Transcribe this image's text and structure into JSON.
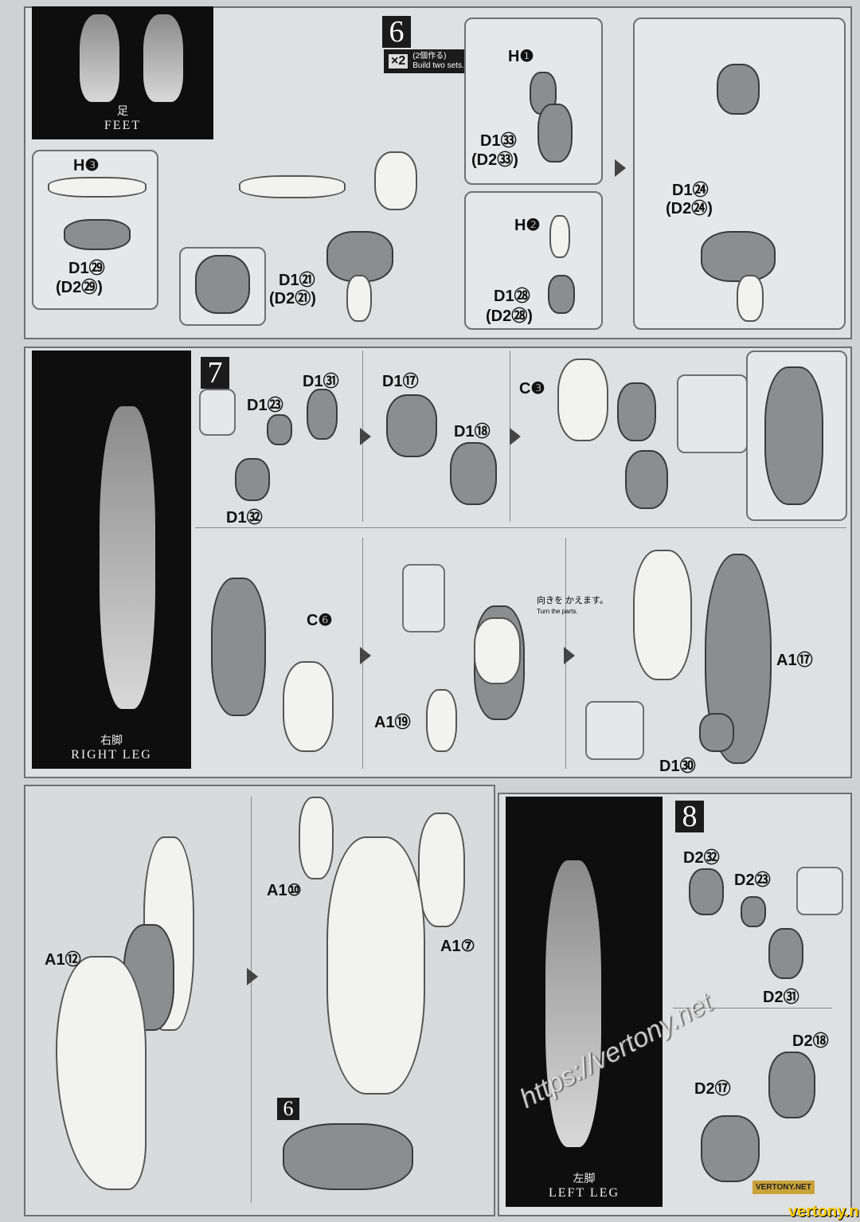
{
  "step6": {
    "number": "6",
    "badge": {
      "count": "×2",
      "jp": "(2個作る)",
      "en": "Build two sets."
    },
    "image": {
      "jp": "足",
      "en": "FEET"
    },
    "labels": [
      "H❶",
      "D1㉝",
      "(D2㉝)",
      "H❷",
      "D1㉘",
      "(D2㉘)",
      "D1㉔",
      "(D2㉔)",
      "H❸",
      "D1㉙",
      "(D2㉙)",
      "D1㉑",
      "(D2㉑)"
    ]
  },
  "step7": {
    "number": "7",
    "image": {
      "jp": "右脚",
      "en": "RIGHT LEG"
    },
    "labels": [
      "D1㉛",
      "D1㉓",
      "D1㉜",
      "D1⑰",
      "D1⑱",
      "C❸",
      "C❻",
      "A1⑲",
      "A1⑰",
      "D1㉚"
    ],
    "turn_note": {
      "jp": "向きを かえます。",
      "en": "Turn the parts."
    }
  },
  "step7b": {
    "labels": [
      "A1⑫",
      "A1⑩",
      "A1⑦"
    ],
    "ref_step": "6"
  },
  "step8": {
    "number": "8",
    "image": {
      "jp": "左脚",
      "en": "LEFT LEG"
    },
    "labels": [
      "D2㉜",
      "D2㉓",
      "D2㉛",
      "D2⑱",
      "D2⑰"
    ]
  },
  "watermark": {
    "url": "https://vertony.net",
    "site": "vertony.net",
    "logo": "VERTONY.NET"
  }
}
